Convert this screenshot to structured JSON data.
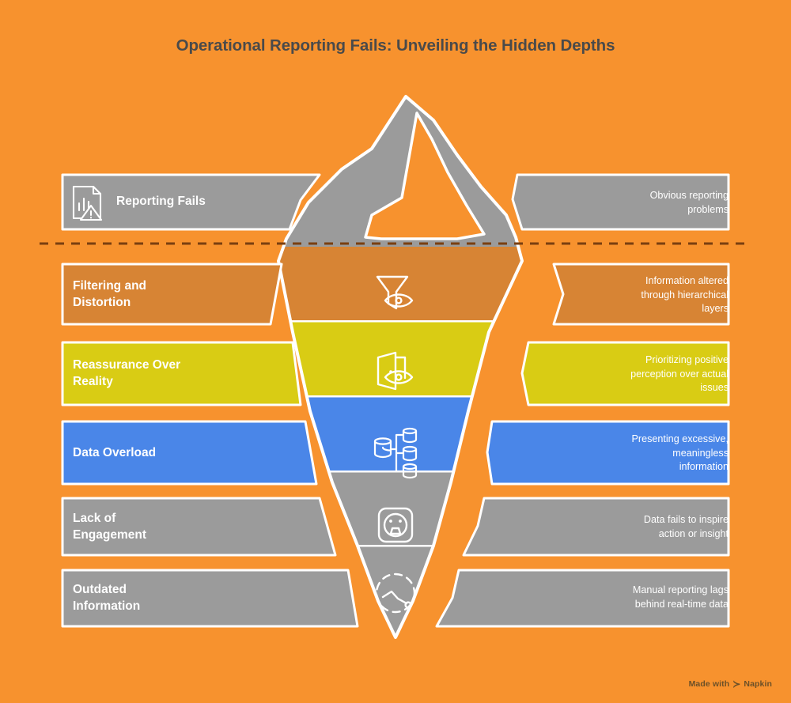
{
  "title": "Operational Reporting Fails: Unveiling the Hidden Depths",
  "theme": {
    "background": "#f7922e",
    "title_color": "#4a4a4a",
    "waterline_color": "#7a3f10",
    "band_gray": "#9b9b9b",
    "band_dark_orange": "#d78434",
    "band_yellow": "#d9cc14",
    "band_blue": "#4a86e8",
    "outline": "#ffffff",
    "text_on_band": "#ffffff"
  },
  "rows": [
    {
      "id": "reporting-fails",
      "label": "Reporting Fails",
      "description": "Obvious reporting\nproblems",
      "color": "#9b9b9b",
      "icon": "document-chart-warning-icon",
      "above_water": true
    },
    {
      "id": "filtering-and-distortion",
      "label": "Filtering and\nDistortion",
      "description": "Information altered\nthrough hierarchical\nlayers",
      "color": "#d78434",
      "icon": "funnel-eye-icon",
      "above_water": false
    },
    {
      "id": "reassurance-over-reality",
      "label": "Reassurance Over\nReality",
      "description": "Prioritizing positive\nperception over actual\nissues",
      "color": "#d9cc14",
      "icon": "door-eye-icon",
      "above_water": false
    },
    {
      "id": "data-overload",
      "label": "Data Overload",
      "description": "Presenting excessive,\nmeaningless\ninformation",
      "color": "#4a86e8",
      "icon": "database-tree-icon",
      "above_water": false
    },
    {
      "id": "lack-of-engagement",
      "label": "Lack of\nEngagement",
      "description": "Data fails to inspire\naction or insight",
      "color": "#9b9b9b",
      "icon": "power-outlet-icon",
      "above_water": false
    },
    {
      "id": "outdated-information",
      "label": "Outdated\nInformation",
      "description": "Manual reporting lags\nbehind real-time data",
      "color": "#9b9b9b",
      "icon": "dashed-clock-icon",
      "above_water": false
    }
  ],
  "watermark": {
    "prefix": "Made with",
    "brand": "Napkin"
  }
}
